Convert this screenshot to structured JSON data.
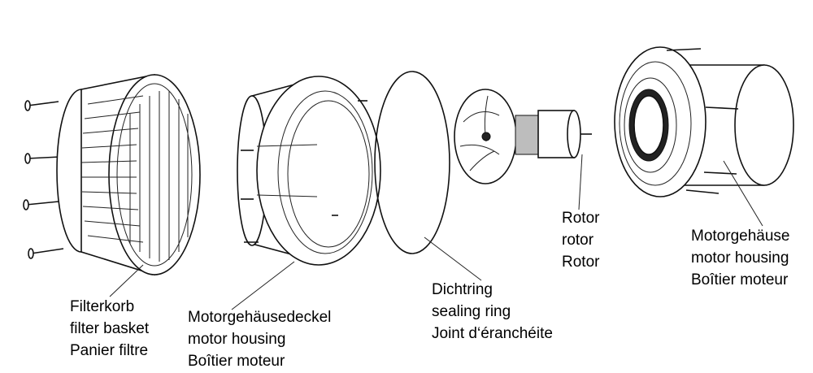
{
  "parts": {
    "filter_basket": {
      "de": "Filterkorb",
      "en": "filter basket",
      "fr": "Panier filtre"
    },
    "housing_cover": {
      "de": "Motorgehäusedeckel",
      "en": "motor housing",
      "fr": "Boîtier moteur"
    },
    "sealing_ring": {
      "de": "Dichtring",
      "en": "sealing ring",
      "fr": "Joint d‘éranchéite"
    },
    "rotor": {
      "de": "Rotor",
      "en": "rotor",
      "fr": "Rotor"
    },
    "motor_housing": {
      "de": "Motorgehäuse",
      "en": "motor housing",
      "fr": "Boîtier moteur"
    }
  }
}
